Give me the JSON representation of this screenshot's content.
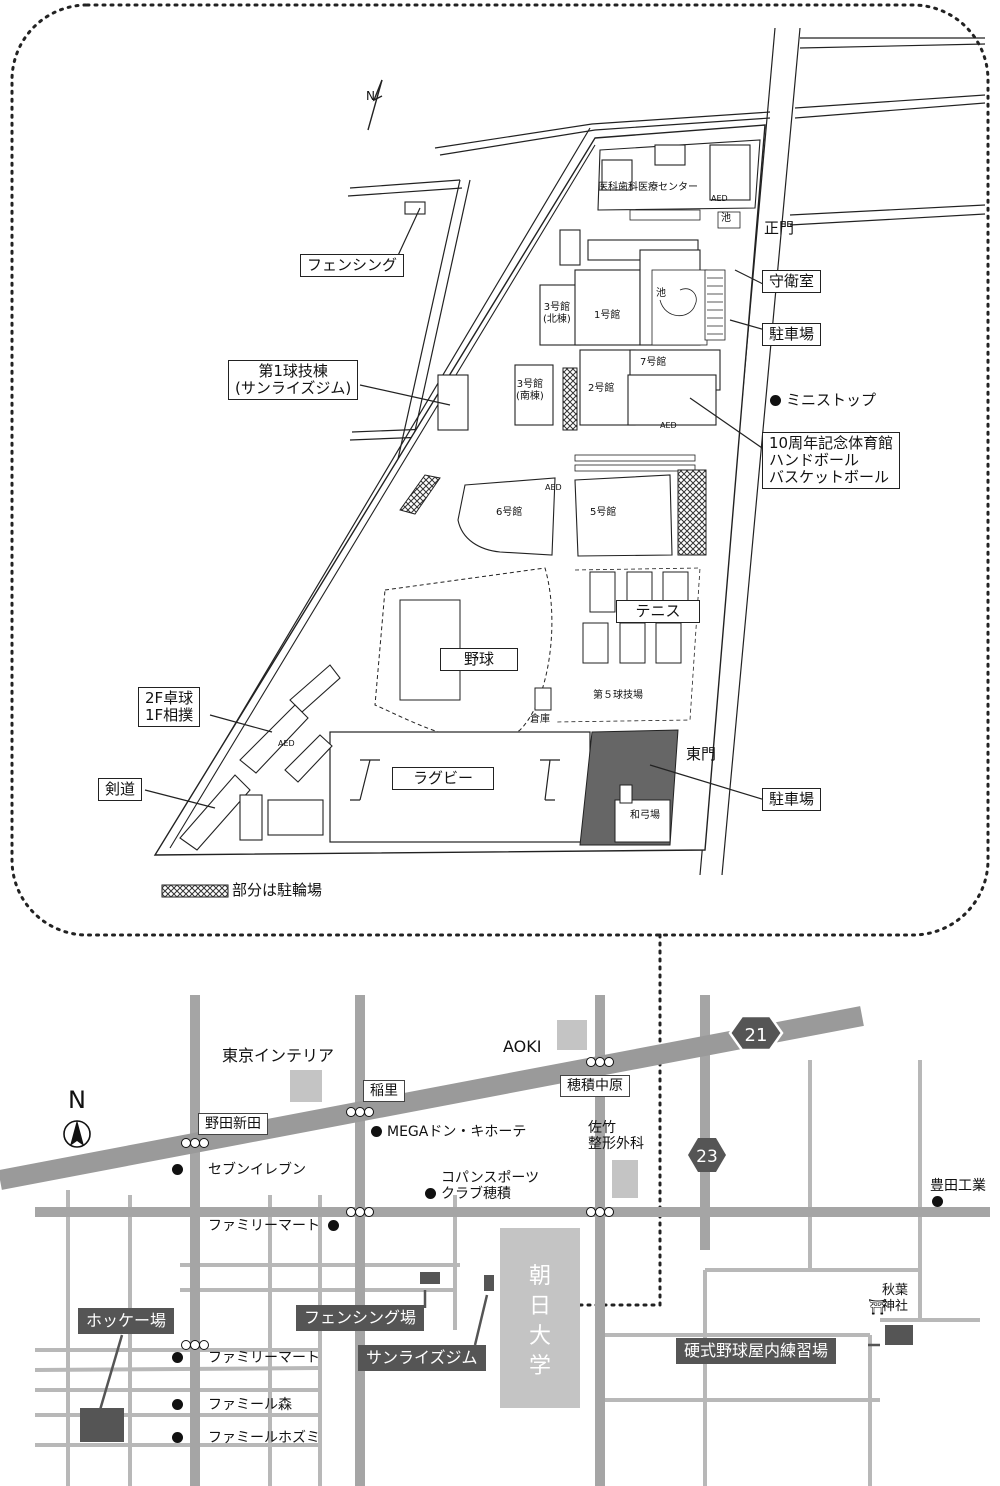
{
  "campus_map": {
    "labels": {
      "fencing": "フェンシング",
      "gym1_line1": "第1球技棟",
      "gym1_line2": "(サンライズジム)",
      "pingpong_line1": "2F卓球",
      "pingpong_line2": "1F相撲",
      "kendo": "剣道",
      "seimon": "正門",
      "guard": "守衛室",
      "parking_north": "駐車場",
      "ministop": "ミニストップ",
      "gym10_line1": "10周年記念体育館",
      "gym10_line2": "ハンドボール",
      "gym10_line3": "バスケットボール",
      "tennis": "テニス",
      "baseball": "野球",
      "rugby": "ラグビー",
      "higashimon": "東門",
      "parking_east": "駐車場",
      "legend": "部分は駐輪場"
    },
    "buildings": {
      "medical": "医科歯科医療センター",
      "pond1": "池",
      "pond2": "池",
      "b3n_1": "3号館",
      "b3n_2": "(北棟)",
      "b1": "1号館",
      "b3s_1": "3号館",
      "b3s_2": "(南棟)",
      "b2": "2号館",
      "b7": "7号館",
      "b6": "6号館",
      "b5": "5号館",
      "field5": "第５球技場",
      "storage": "倉庫",
      "kyudo": "和弓場",
      "aed": "AED"
    },
    "north_small": "N"
  },
  "area_map": {
    "north": "N",
    "routes": {
      "r21": "21",
      "r23": "23"
    },
    "intersections": {
      "nodashinden": "野田新田",
      "inazato": "稲里",
      "hozumi_nakahara": "穂積中原"
    },
    "places": {
      "tokyo_interior": "東京インテリア",
      "aoki": "AOKI",
      "mega": "MEGAドン・キホーテ",
      "seven": "セブンイレブン",
      "copan_1": "コパンスポーツ",
      "copan_2": "クラブ穂積",
      "familymart1": "ファミリーマート",
      "sasake_1": "佐竹",
      "sasake_2": "整形外科",
      "toyota": "豊田工業",
      "familymart2": "ファミリーマート",
      "famil_mori": "ファミール森",
      "famil_hozumi": "ファミールホズミ",
      "akiba_1": "秋葉",
      "akiba_2": "神社",
      "university": "朝日大学"
    },
    "dark_labels": {
      "hockey": "ホッケー場",
      "fencing": "フェンシング場",
      "sunrise": "サンライズジム",
      "baseball_indoor": "硬式野球屋内練習場"
    }
  }
}
